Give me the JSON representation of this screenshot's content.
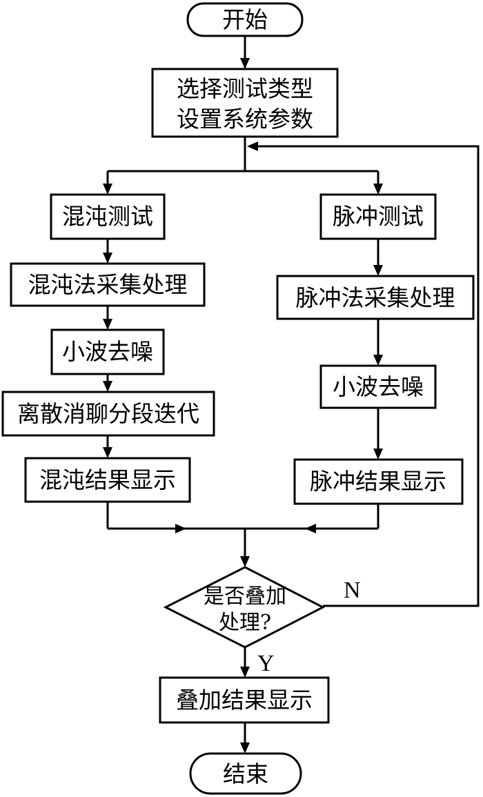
{
  "nodes": {
    "start": "开始",
    "setup_line1": "选择测试类型",
    "setup_line2": "设置系统参数",
    "chaos_test": "混沌测试",
    "chaos_acquire": "混沌法采集处理",
    "chaos_denoise": "小波去噪",
    "chaos_iterate": "离散消聊分段迭代",
    "chaos_result": "混沌结果显示",
    "pulse_test": "脉冲测试",
    "pulse_acquire": "脉冲法采集处理",
    "pulse_denoise": "小波去噪",
    "pulse_result": "脉冲结果显示",
    "decision_line1": "是否叠加",
    "decision_line2": "处理?",
    "overlay_result": "叠加结果显示",
    "end": "结束"
  },
  "branches": {
    "no": "N",
    "yes": "Y"
  }
}
